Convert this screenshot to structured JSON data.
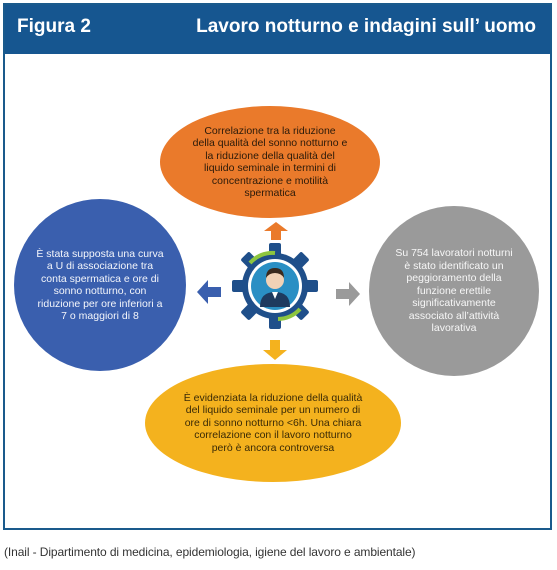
{
  "header": {
    "figure_label": "Figura 2",
    "title": "Lavoro notturno e indagini sull’ uomo"
  },
  "nodes": {
    "top": "Correlazione tra la riduzione della qualità del sonno notturno e la riduzione della qualità del liquido seminale in termini di concentrazione e motilità spermatica",
    "left": "È stata supposta una curva a U di associazione tra conta spermatica e ore di sonno notturno, con riduzione per ore inferiori a 7 o maggiori di 8",
    "right": "Su 754 lavoratori notturni è stato identificato un peggioramento della funzione erettile significativamente associato all’attività lavorativa",
    "bottom": "È evidenziata la riduzione della qualità del liquido seminale per un numero di ore di sonno notturno <6h. Una chiara correlazione con il lavoro notturno però è ancora controversa"
  },
  "colors": {
    "header": "#165690",
    "top": "#ea7a2b",
    "left": "#3a5fae",
    "right": "#9a9a9a",
    "bottom": "#f4b21e",
    "gear": "#1f4f8a"
  },
  "icons": [
    "gear-icon",
    "person-icon",
    "arrow-up-icon",
    "arrow-down-icon",
    "arrow-left-icon",
    "arrow-right-icon"
  ],
  "caption": "(Inail - Dipartimento di medicina, epidemiologia, igiene del lavoro e ambientale)"
}
